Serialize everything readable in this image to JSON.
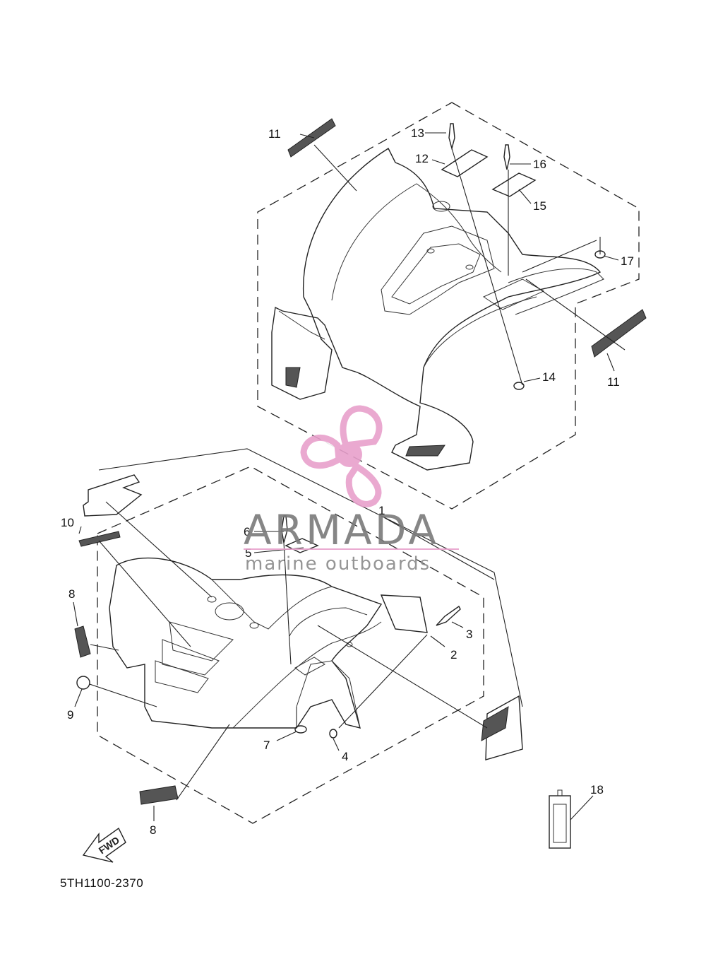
{
  "diagram_code": "5TH1100-2370",
  "watermark": {
    "title": "ARMADA",
    "subtitle": "marine outboards",
    "logo_color": "#e8a0cc"
  },
  "fwd_label": "FWD",
  "callouts": [
    "1",
    "2",
    "3",
    "4",
    "5",
    "6",
    "7",
    "8",
    "8",
    "9",
    "10",
    "11",
    "11",
    "12",
    "13",
    "14",
    "15",
    "16",
    "17",
    "18"
  ]
}
